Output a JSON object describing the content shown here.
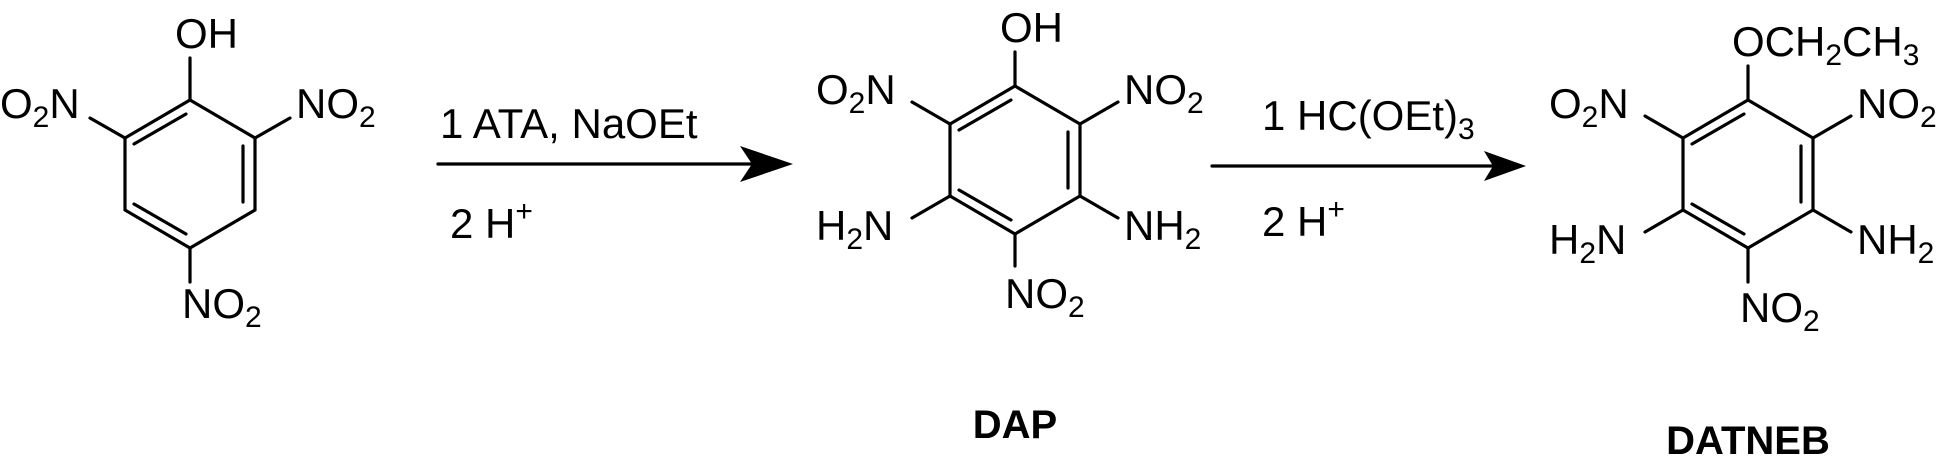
{
  "reactant": {
    "oh": "OH",
    "no2_left_a": "O",
    "no2_left_b": "2",
    "no2_left_c": "N",
    "no2_right_a": "NO",
    "no2_right_b": "2",
    "no2_bottom_a": "NO",
    "no2_bottom_b": "2"
  },
  "step1": {
    "line1": "1 ATA, NaOEt",
    "line2_a": "2 H",
    "line2_b": "+"
  },
  "dap": {
    "oh": "OH",
    "no2_left_a": "O",
    "no2_left_b": "2",
    "no2_left_c": "N",
    "no2_right_a": "NO",
    "no2_right_b": "2",
    "nh2_left_a": "H",
    "nh2_left_b": "2",
    "nh2_left_c": "N",
    "nh2_right_a": "NH",
    "nh2_right_b": "2",
    "no2_bottom_a": "NO",
    "no2_bottom_b": "2",
    "name": "DAP"
  },
  "step2": {
    "line1_a": "1 HC(OEt)",
    "line1_b": "3",
    "line2_a": "2 H",
    "line2_b": "+"
  },
  "datneb": {
    "oet_a": "OCH",
    "oet_b": "2",
    "oet_c": "CH",
    "oet_d": "3",
    "no2_left_a": "O",
    "no2_left_b": "2",
    "no2_left_c": "N",
    "no2_right_a": "NO",
    "no2_right_b": "2",
    "nh2_left_a": "H",
    "nh2_left_b": "2",
    "nh2_left_c": "N",
    "nh2_right_a": "NH",
    "nh2_right_b": "2",
    "no2_bottom_a": "NO",
    "no2_bottom_b": "2",
    "name": "DATNEB"
  }
}
